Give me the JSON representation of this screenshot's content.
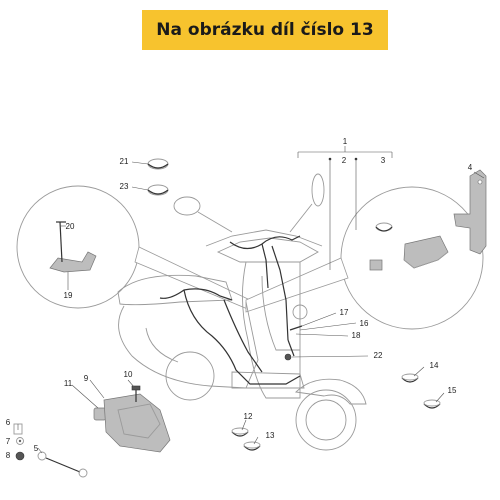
{
  "banner": {
    "text": "Na obrázku díl číslo 13",
    "color": "#f7c32e"
  },
  "callouts": {
    "n1": "1",
    "n2": "2",
    "n3": "3",
    "n4": "4",
    "n5": "5",
    "n6": "6",
    "n7": "7",
    "n8": "8",
    "n9": "9",
    "n10": "10",
    "n11": "11",
    "n12": "12",
    "n13": "13",
    "n14": "14",
    "n15": "15",
    "n16": "16",
    "n17": "17",
    "n18": "18",
    "n19": "19",
    "n20": "20",
    "n21": "21",
    "n22": "22",
    "n23": "23"
  }
}
